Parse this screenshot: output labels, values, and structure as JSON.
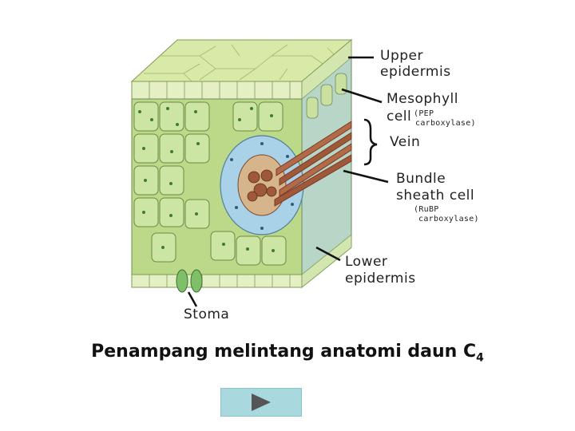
{
  "labels": {
    "upper_epidermis_1": "Upper",
    "upper_epidermis_2": "epidermis",
    "mesophyll_1": "Mesophyll",
    "mesophyll_2": "cell",
    "pep_1": "(PEP",
    "pep_2": "carboxylase)",
    "vein": "Vein",
    "bundle_1": "Bundle",
    "bundle_2": "sheath cell",
    "rubp_1": "(RuBP",
    "rubp_2": "carboxylase)",
    "lower_1": "Lower",
    "lower_2": "epidermis",
    "stoma": "Stoma"
  },
  "caption": {
    "text": "Penampang melintang anatomi daun C",
    "subscript": "4"
  },
  "next_button": {
    "icon": "play-triangle-icon"
  },
  "colors": {
    "epidermis": "#d9eab0",
    "mesophyll": "#bcd98a",
    "bundle_sheath": "#a9d2e8",
    "vein": "#a0583a",
    "button": "#a9d9de"
  }
}
